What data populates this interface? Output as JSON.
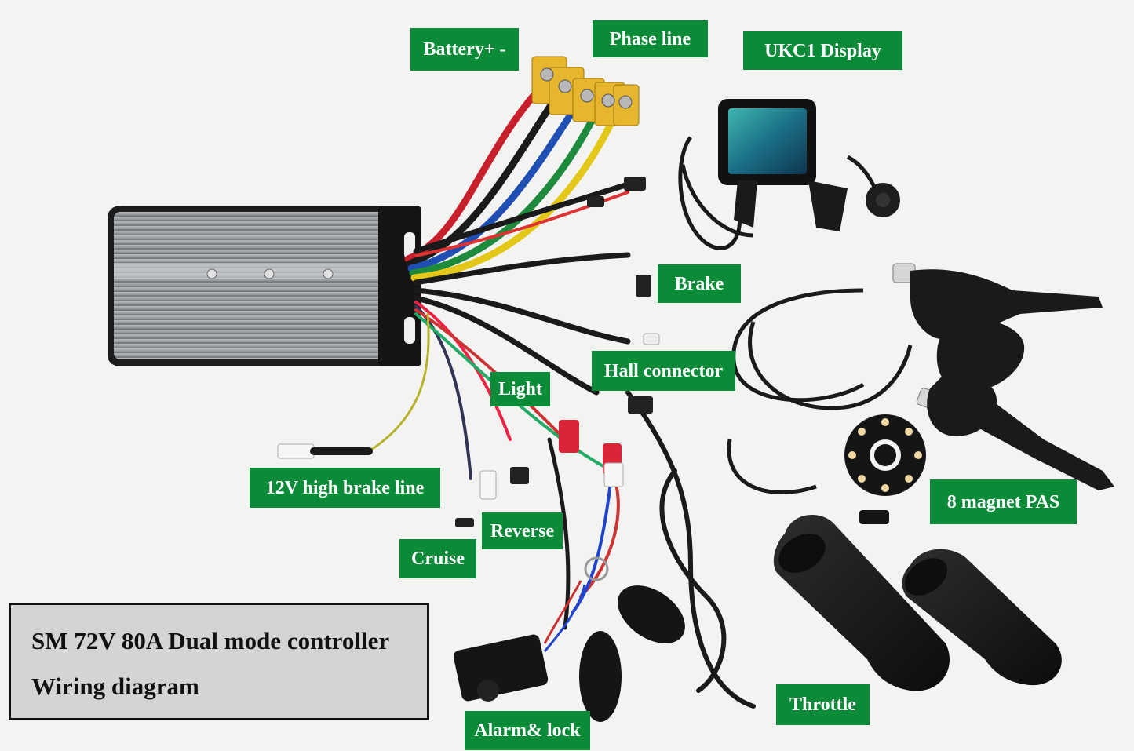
{
  "labels": {
    "battery": "Battery+ -",
    "phase_line": "Phase line",
    "display": "UKC1 Display",
    "brake": "Brake",
    "hall_connector": "Hall connector",
    "light": "Light",
    "high_brake": "12V high brake line",
    "reverse": "Reverse",
    "cruise": "Cruise",
    "pas": "8 magnet PAS",
    "throttle": "Throttle",
    "alarm": "Alarm& lock"
  },
  "title_box": {
    "line1": "SM 72V 80A Dual mode controller",
    "line2": "Wiring diagram"
  },
  "colors": {
    "label_bg": "#0b8a38",
    "label_text": "#ffffff",
    "title_bg": "#d4d4d4",
    "background": "#f3f4f2",
    "wire_red": "#c8202a",
    "wire_black": "#1a1a1a",
    "wire_blue": "#1f4fb3",
    "wire_green": "#1d8a3c",
    "wire_yellow": "#e3c81a",
    "connector_yellow": "#e7b62c"
  }
}
